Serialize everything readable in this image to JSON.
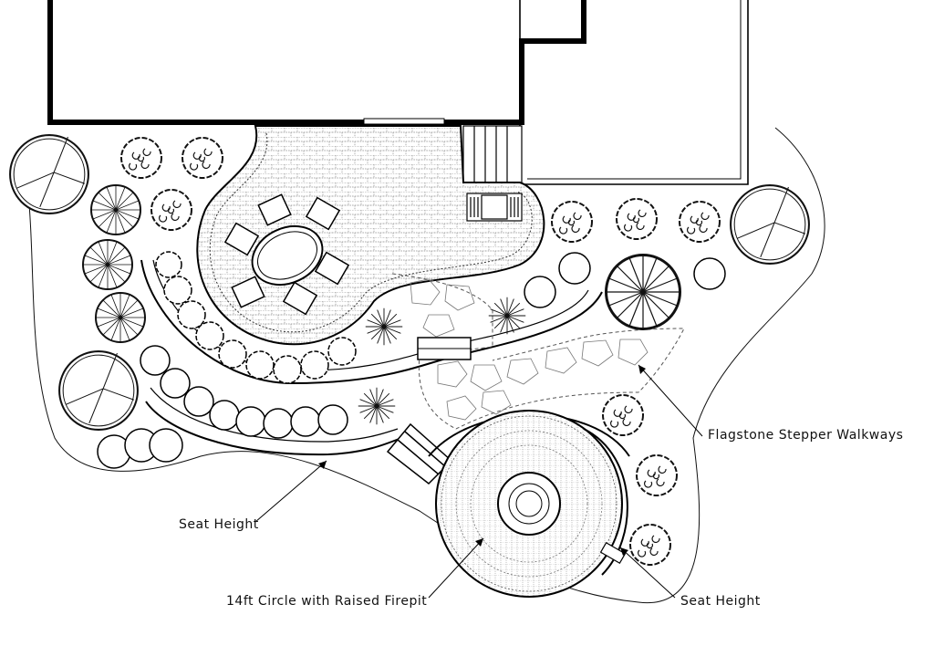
{
  "labels": {
    "walkways": "Flagstone Stepper Walkways",
    "seat_height_left": "Seat Height",
    "firepit": "14ft Circle with Raised Firepit",
    "seat_height_right": "Seat Height"
  }
}
